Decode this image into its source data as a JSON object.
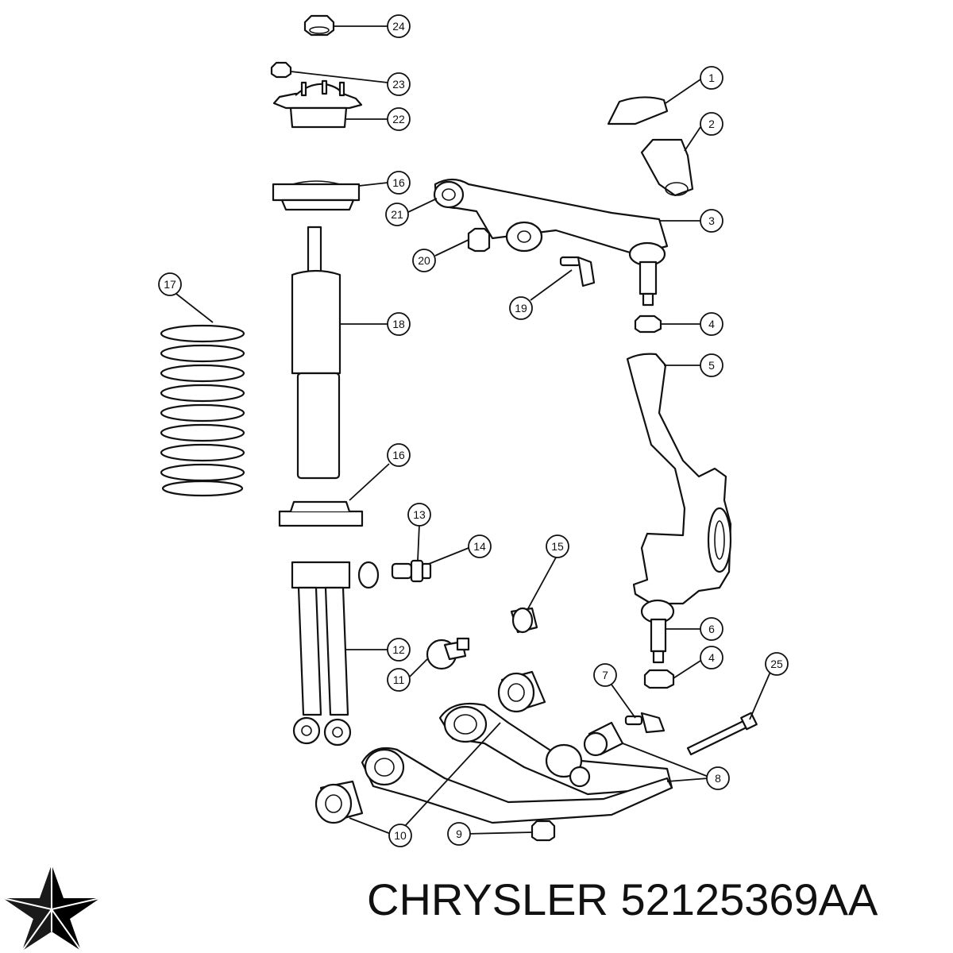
{
  "callouts": [
    "24",
    "23",
    "22",
    "1",
    "2",
    "16",
    "21",
    "3",
    "20",
    "19",
    "4",
    "17",
    "18",
    "5",
    "16",
    "13",
    "14",
    "15",
    "6",
    "12",
    "11",
    "4",
    "7",
    "25",
    "8",
    "9",
    "10"
  ],
  "caption": {
    "brand": "CHRYSLER",
    "part_number": "52125369AA"
  },
  "logo": {
    "icon": "chrysler-pentastar-icon",
    "color": "#000000"
  }
}
